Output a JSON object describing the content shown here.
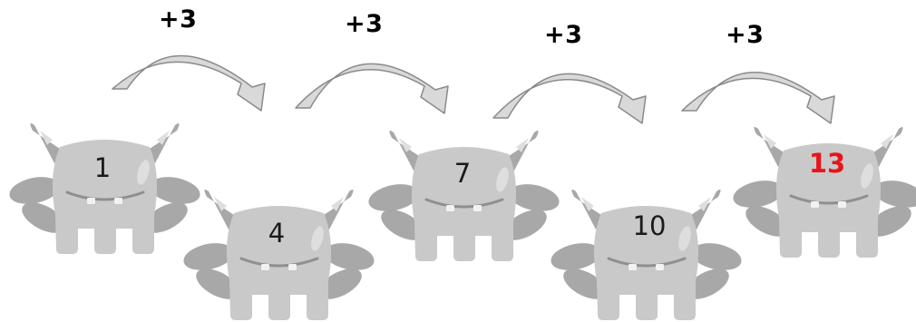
{
  "step_label": "+3",
  "steps": [
    {
      "label": "+3"
    },
    {
      "label": "+3"
    },
    {
      "label": "+3"
    },
    {
      "label": "+3"
    }
  ],
  "monsters": [
    {
      "value": "1",
      "highlight": false,
      "icon": "gray-monster-icon"
    },
    {
      "value": "4",
      "highlight": false,
      "icon": "gray-monster-icon"
    },
    {
      "value": "7",
      "highlight": false,
      "icon": "gray-monster-icon"
    },
    {
      "value": "10",
      "highlight": false,
      "icon": "gray-monster-icon"
    },
    {
      "value": "13",
      "highlight": true,
      "icon": "gray-monster-icon"
    }
  ],
  "colors": {
    "monster_body": "#c9c9c9",
    "monster_dark": "#a8a8a8",
    "monster_light": "#dedede",
    "number_text": "#1a1a1a",
    "answer_text": "#e8141c",
    "arrow_fill": "#d9d9d9",
    "arrow_stroke": "#8a8a8a"
  }
}
